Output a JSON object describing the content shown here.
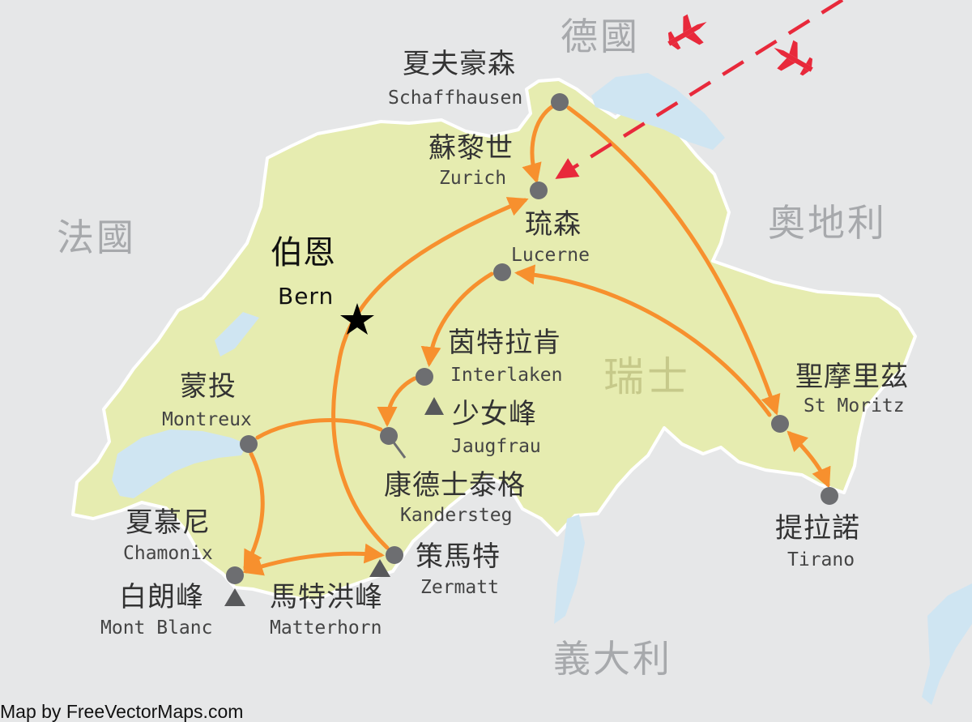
{
  "countries": {
    "germany": "德國",
    "france": "法國",
    "austria": "奧地利",
    "italy": "義大利",
    "switzerland": "瑞士"
  },
  "capital": {
    "zh": "伯恩",
    "en": "Bern"
  },
  "cities": {
    "schaffhausen": {
      "zh": "夏夫豪森",
      "en": "Schaffhausen"
    },
    "zurich": {
      "zh": "蘇黎世",
      "en": "Zurich"
    },
    "lucerne": {
      "zh": "琉森",
      "en": "Lucerne"
    },
    "interlaken": {
      "zh": "茵特拉肯",
      "en": "Interlaken"
    },
    "montreux": {
      "zh": "蒙投",
      "en": "Montreux"
    },
    "kandersteg": {
      "zh": "康德士泰格",
      "en": "Kandersteg"
    },
    "chamonix": {
      "zh": "夏慕尼",
      "en": "Chamonix"
    },
    "zermatt": {
      "zh": "策馬特",
      "en": "Zermatt"
    },
    "st_moritz": {
      "zh": "聖摩里茲",
      "en": "St Moritz"
    },
    "tirano": {
      "zh": "提拉諾",
      "en": "Tirano"
    }
  },
  "peaks": {
    "jungfrau": {
      "zh": "少女峰",
      "en": "Jaugfrau"
    },
    "mont_blanc": {
      "zh": "白朗峰",
      "en": "Mont Blanc"
    },
    "matterhorn": {
      "zh": "馬特洪峰",
      "en": "Matterhorn"
    }
  },
  "credit": "Map by FreeVectorMaps.com",
  "colors": {
    "background": "#e6e7e8",
    "land": "#e6ecb0",
    "land_border": "#ffffff",
    "water": "#cfe5f2",
    "route": "#f7902e",
    "flight": "#e8293b",
    "city_dot": "#6d6e71",
    "capital_star": "#000000"
  },
  "icons": [
    "airplane-icon",
    "peak-triangle-icon",
    "capital-star-icon",
    "city-dot-icon"
  ]
}
